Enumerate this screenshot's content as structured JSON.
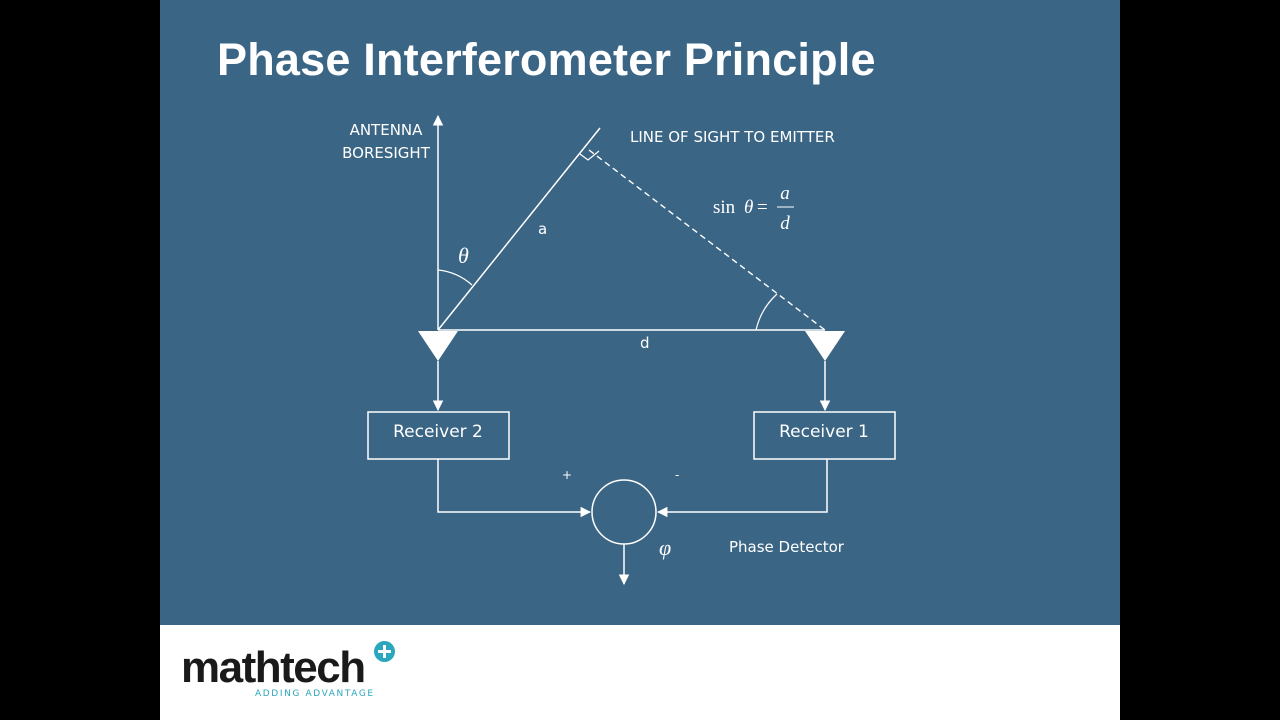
{
  "slide": {
    "title": "Phase Interferometer Principle"
  },
  "diagram": {
    "antenna_boresight_line1": "ANTENNA",
    "antenna_boresight_line2": "BORESIGHT",
    "line_of_sight": "LINE OF SIGHT TO EMITTER",
    "formula_lhs": "sin",
    "formula_theta": "θ",
    "formula_equals": "=",
    "formula_numerator": "a",
    "formula_denominator": "d",
    "angle_label": "θ",
    "side_a_label": "a",
    "baseline_label": "d",
    "receiver_2": "Receiver 2",
    "receiver_1": "Receiver 1",
    "plus_sign": "+",
    "minus_sign": "-",
    "phase_symbol": "φ",
    "phase_detector": "Phase Detector"
  },
  "footer": {
    "logo_text": "mathtech",
    "logo_tagline": "ADDING ADVANTAGE",
    "logo_accent_color": "#2aa6bd"
  },
  "colors": {
    "slide_background": "#3b6585",
    "letterbox": "#000000",
    "footer_background": "#ffffff"
  }
}
